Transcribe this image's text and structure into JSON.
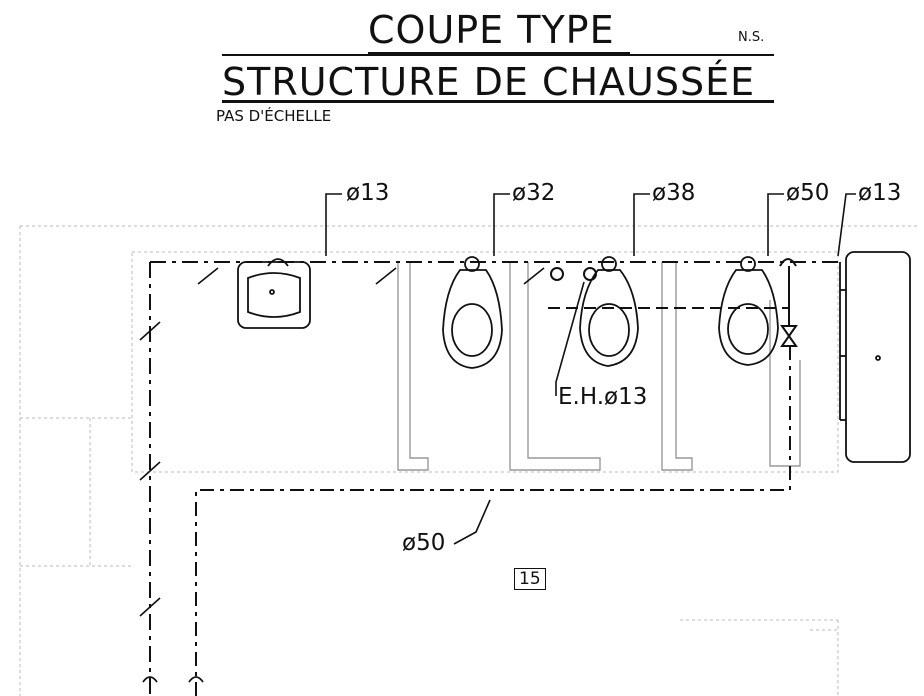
{
  "titles": {
    "main": "COUPE TYPE",
    "sub": "STRUCTURE DE CHAUSSÉE",
    "scale_note": "N.S.",
    "scale_text": "PAS D'ÉCHELLE"
  },
  "pipe_labels": {
    "p1": "ø13",
    "p2": "ø32",
    "p3": "ø38",
    "p4": "ø50",
    "p5": "ø13",
    "hot_water": "E.H.ø13",
    "drain": "ø50"
  },
  "room_number": "15"
}
